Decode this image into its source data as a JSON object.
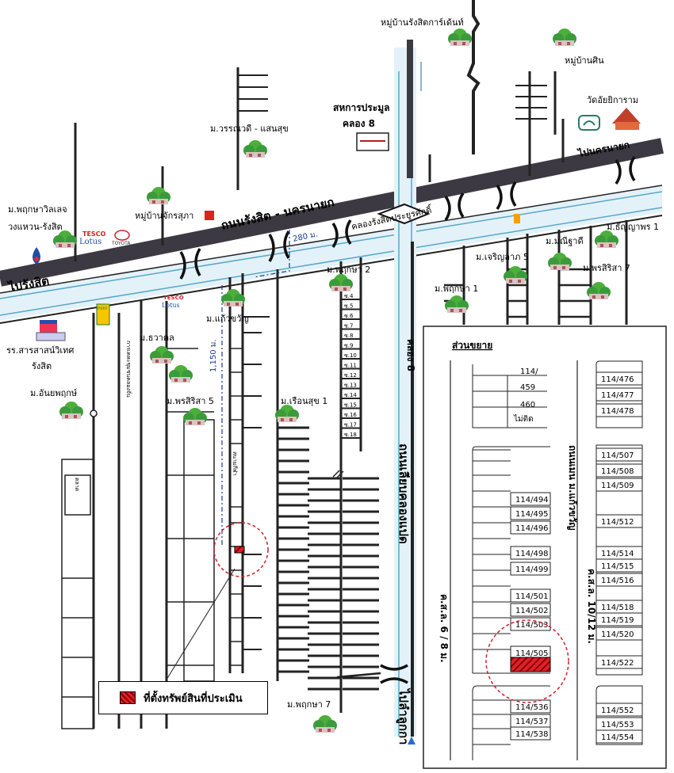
{
  "roads": {
    "main": "ถนนรังสิต - นครนายก",
    "to_rangsit": "ไปรังสิต",
    "to_nakhon_nayok": "ไปนครนายก",
    "canal_main": "คลองรังสิตประยูรศักดิ์",
    "khlong8_vertical": "คลอง 8",
    "khlong8_road": "ถนนเลียบคลองแปด",
    "to_lamlukka": "ไปลำลูกกา",
    "dist_280": "280 ม.",
    "dist_1150": "1,150 ม.",
    "left_vertical": "การเคหะชุมชนคลองจั่น",
    "stadium": "สนามกีฬา",
    "exp_left_road": "ค.ส.ล. 6 / 8 ม.",
    "exp_right_road": "ค.ส.ล. 10/12 ม.",
    "exp_main_road": "ถนนเมน ม.แก้วขวัญ",
    "side_box": "ตลาด"
  },
  "places": {
    "khlong_8_coop": "สหการประมูล",
    "khlong_8": "คลอง 8",
    "rangsit_garden": "หมู่บ้านรังสิตการ์เด้นท์",
    "mooban_sin": "หมู่บ้านศิน",
    "wat": "วัดอัยยิการาม",
    "m_wannawadi": "ม.วรรณวดี - แสนสุข",
    "m_pruksa_villa_1": "ม.พฤกษาวิลเลจ",
    "m_pruksa_villa_2": "วงแหวน-รังสิต",
    "jakarsuda": "หมู่บ้านจักรสุภา",
    "m_thanyaporn": "ม.ธัญญาพร 1",
    "m_manichada": "ม.มณีฐาดี",
    "m_charoenlap": "ม.เจริญลาภ 5",
    "m_pornsirisa7": "ม.พรสิริสา 7",
    "m_pruksa2": "ม.พฤกษา 2",
    "m_pruksa1": "ม.พฤกษา 1",
    "m_kaewkwan": "ม.แก้วขวัญ",
    "m_thawathon": "ม.ธวาตล",
    "school_1": "รร.สารสาสน์วิเทศ",
    "school_2": "รังสิต",
    "m_pornsirisa5": "ม.พรสิริสา 5",
    "m_ruenmsuk": "ม.เรือนสุข 1",
    "m_unyapruk": "ม.อันยพฤกษ์",
    "m_pruksa7": "ม.พฤกษา 7",
    "tesco": "TESCO",
    "lotus": "Lotus",
    "toyota": "TOYOTA",
    "mini": "mini"
  },
  "soi_labels": [
    "ซ.4",
    "ซ.5",
    "ซ.6",
    "ซ.7",
    "ซ.8",
    "ซ.9",
    "ซ.10",
    "ซ.11",
    "ซ.12",
    "ซ.13",
    "ซ.14",
    "ซ.15",
    "ซ.16",
    "ซ.17",
    "ซ.18"
  ],
  "expansion": {
    "title": "ส่วนขยาย",
    "top_cells": [
      "114/",
      "459",
      "460",
      "ไม่ติด"
    ],
    "left_plots": [
      "114/494",
      "114/495",
      "114/496",
      "114/498",
      "114/499",
      "114/501",
      "114/502",
      "114/503",
      "114/505"
    ],
    "left_bottom": [
      "114/536",
      "114/537",
      "114/538"
    ],
    "right_top": [
      "114/476",
      "114/477",
      "114/478"
    ],
    "right_mid": [
      "114/507",
      "114/508",
      "114/509",
      "114/512",
      "114/514",
      "114/515",
      "114/516",
      "114/518",
      "114/519",
      "114/520",
      "114/522"
    ],
    "right_bottom": [
      "114/552",
      "114/553",
      "114/554"
    ],
    "target_plot": "114/505"
  },
  "legend": {
    "label": "ที่ตั้งทรัพย์สินที่ประเมิน"
  },
  "colors": {
    "road": "#3d3942",
    "canal": "#cfe7f2",
    "canal_line": "#5aa6c9",
    "target": "#e0202a",
    "tree": "#3b9b3b"
  }
}
